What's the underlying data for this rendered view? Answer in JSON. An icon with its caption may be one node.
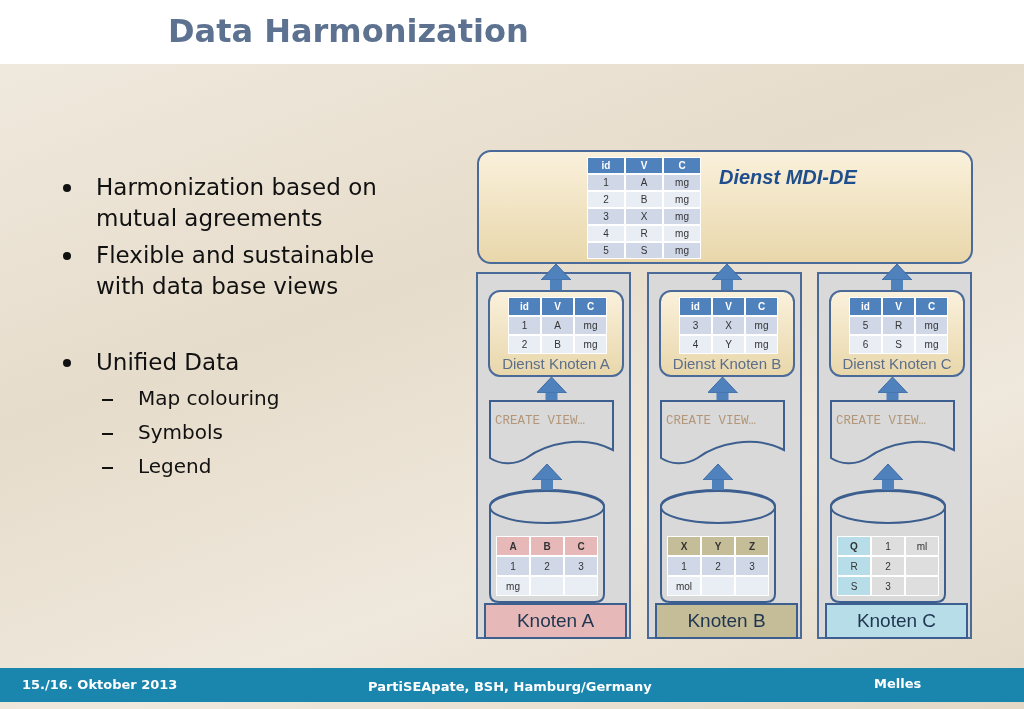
{
  "diagram": {
    "title": "Data Harmonization",
    "nodes": [
      {
        "text": [
          "Dienst MDI-DE"
        ]
      },
      {
        "text": [
          "id",
          "V",
          "C",
          "1",
          "A",
          "mg",
          "2",
          "B",
          "mg",
          "3",
          "X",
          "mg",
          "4",
          "R",
          "mg",
          "5",
          "S",
          "mg"
        ],
        "in": 0
      },
      {
        "text": [],
        "shape": "box"
      },
      {
        "text": [
          "Dienst Knoten A"
        ],
        "in": 2
      },
      {
        "text": [
          "id",
          "V",
          "C",
          "1",
          "A",
          "mg",
          "2",
          "B",
          "mg"
        ],
        "in": 3
      },
      {
        "text": [
          "CREATE VIEW…"
        ],
        "in": 2
      },
      {
        "text": [],
        "shape": "cylinder",
        "in": 2
      },
      {
        "text": [
          "A",
          "B",
          "C",
          "1",
          "2",
          "3",
          "mg"
        ],
        "in": 6
      },
      {
        "text": [
          "Knoten A"
        ],
        "in": 2
      },
      {
        "text": [],
        "shape": "box"
      },
      {
        "text": [
          "Dienst Knoten B"
        ],
        "in": 9
      },
      {
        "text": [
          "id",
          "V",
          "C",
          "3",
          "X",
          "mg",
          "4",
          "Y",
          "mg"
        ],
        "in": 10
      },
      {
        "text": [
          "CREATE VIEW…"
        ],
        "in": 9
      },
      {
        "text": [],
        "shape": "cylinder",
        "in": 9
      },
      {
        "text": [
          "X",
          "Y",
          "Z",
          "1",
          "2",
          "3",
          "mol"
        ],
        "in": 13
      },
      {
        "text": [
          "Knoten B"
        ],
        "in": 9
      },
      {
        "text": [],
        "shape": "box"
      },
      {
        "text": [
          "Dienst Knoten C"
        ],
        "in": 16
      },
      {
        "text": [
          "id",
          "V",
          "C",
          "5",
          "R",
          "mg",
          "6",
          "S",
          "mg"
        ],
        "in": 17
      },
      {
        "text": [
          "CREATE VIEW…"
        ],
        "in": 16
      },
      {
        "text": [],
        "shape": "cylinder",
        "in": 16
      },
      {
        "text": [
          "Q",
          "1",
          "ml",
          "R",
          "2",
          "S",
          "3"
        ],
        "in": 20
      },
      {
        "text": [
          "Knoten C"
        ],
        "in": 16
      }
    ],
    "edges": [
      {
        "from": 6,
        "to": 5,
        "arrow": "to"
      },
      {
        "from": 5,
        "to": 3,
        "arrow": "to"
      },
      {
        "from": 3,
        "to": 0,
        "arrow": "to"
      },
      {
        "from": 13,
        "to": 12,
        "arrow": "to"
      },
      {
        "from": 12,
        "to": 10,
        "arrow": "to"
      },
      {
        "from": 10,
        "to": 0,
        "arrow": "to"
      },
      {
        "from": 20,
        "to": 19,
        "arrow": "to"
      },
      {
        "from": 19,
        "to": 17,
        "arrow": "to"
      },
      {
        "from": 17,
        "to": 0,
        "arrow": "to"
      }
    ],
    "labels": [
      "Harmonization based on mutual agreements",
      "Flexible and sustainable with data base views",
      "Unified Data",
      "Map colouring",
      "Symbols",
      "Legend",
      "15./16. Oktober 2013",
      "PartiSEApate, BSH, Hamburg/Germany",
      "Melles"
    ]
  }
}
